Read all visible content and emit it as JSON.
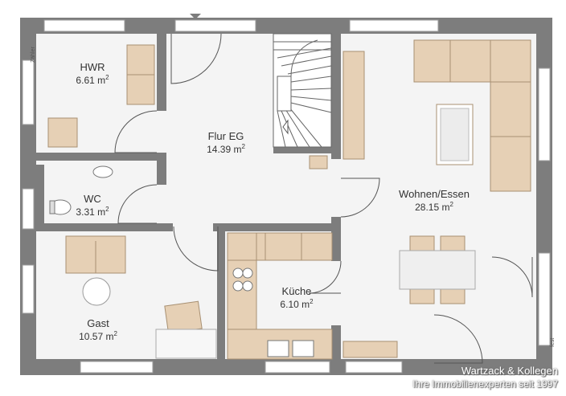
{
  "rooms": [
    {
      "id": "hwr",
      "name": "HWR",
      "area": "6.61 m",
      "unit_sup": "2"
    },
    {
      "id": "flur",
      "name": "Flur EG",
      "area": "14.39 m",
      "unit_sup": "2"
    },
    {
      "id": "wohnen",
      "name": "Wohnen/Essen",
      "area": "28.15 m",
      "unit_sup": "2"
    },
    {
      "id": "wc",
      "name": "WC",
      "area": "3.31 m",
      "unit_sup": "2"
    },
    {
      "id": "kueche",
      "name": "Küche",
      "area": "6.10 m",
      "unit_sup": "2"
    },
    {
      "id": "gast",
      "name": "Gast",
      "area": "10.57 m",
      "unit_sup": "2"
    }
  ],
  "labels": {
    "zaehler": "Zähler",
    "fest": "fest"
  },
  "brand": {
    "line1": "Wartzack & Kollegen",
    "line2": "Ihre Immobilienexperten seit 1997"
  },
  "colors": {
    "wall": "#7d7d7d",
    "furniture": "#e6d0b5",
    "floor": "#f3f3f3",
    "window": "#d9d9d9"
  }
}
